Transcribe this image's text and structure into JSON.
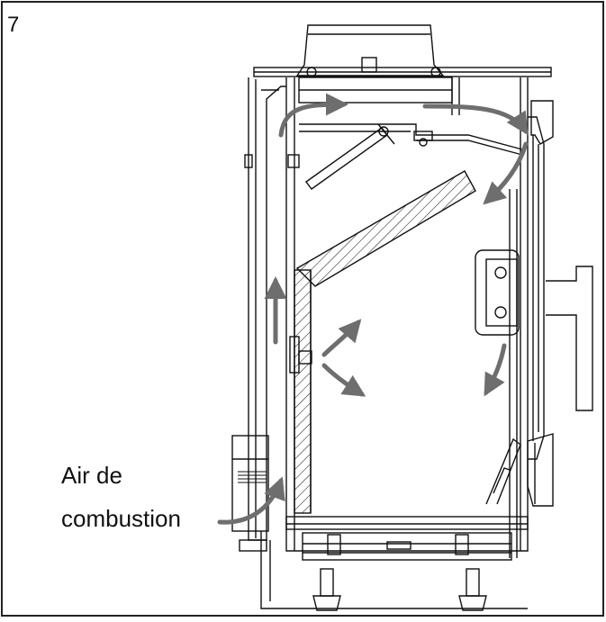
{
  "figure": {
    "number": "7"
  },
  "labels": {
    "air_line1": "Air de",
    "air_line2": "combustion"
  },
  "colors": {
    "line": "#111111",
    "arrow": "#6e6e6e",
    "frame": "#222222"
  }
}
